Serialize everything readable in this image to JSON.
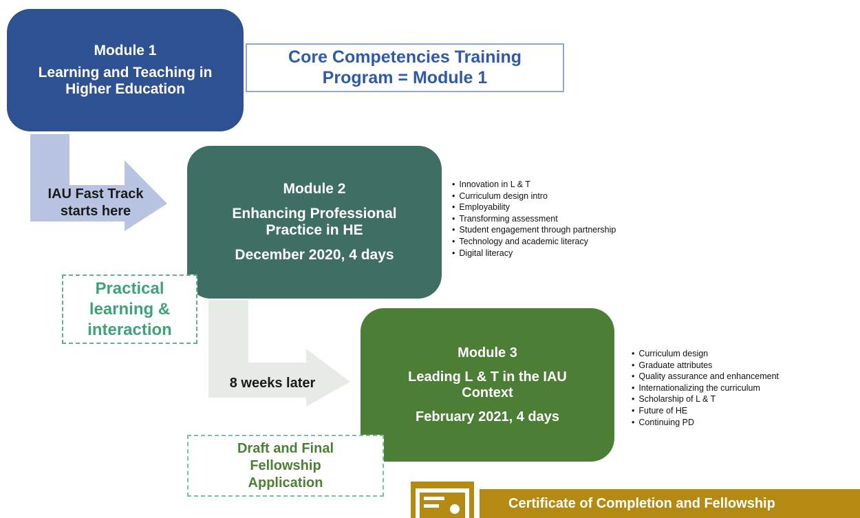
{
  "modules": [
    {
      "title": "Module 1",
      "subtitle": "Learning and Teaching in Higher Education"
    },
    {
      "title": "Module 2",
      "subtitle": "Enhancing Professional Practice in HE",
      "date": "December 2020, 4 days"
    },
    {
      "title": "Module 3",
      "subtitle": "Leading L & T in the IAU Context",
      "date": "February 2021, 4 days"
    }
  ],
  "core_label": {
    "line1": "Core Competencies Training",
    "line2": "Program = Module 1"
  },
  "fast_track": {
    "line1": "IAU Fast Track",
    "line2": "starts here"
  },
  "weeks_label": "8 weeks later",
  "practical": {
    "line1": "Practical",
    "line2": "learning &",
    "line3": "interaction"
  },
  "draft": {
    "line1": "Draft and Final",
    "line2": "Fellowship",
    "line3": "Application"
  },
  "module2_topics": [
    "Innovation  in L & T",
    "Curriculum design intro",
    "Employability",
    "Transforming assessment",
    "Student engagement through partnership",
    "Technology and academic literacy",
    "Digital literacy"
  ],
  "module3_topics": [
    "Curriculum design",
    "Graduate attributes",
    "Quality assurance and enhancement",
    "Internationalizing  the curriculum",
    "Scholarship of L & T",
    "Future of HE",
    "Continuing PD"
  ],
  "certificate": "Certificate of Completion and Fellowship",
  "icons": {
    "certificate": "certificate-icon"
  },
  "colors": {
    "module1": "#2e5191",
    "module2": "#3f6e65",
    "module3": "#4c7e35",
    "certificate": "#b58a12"
  }
}
